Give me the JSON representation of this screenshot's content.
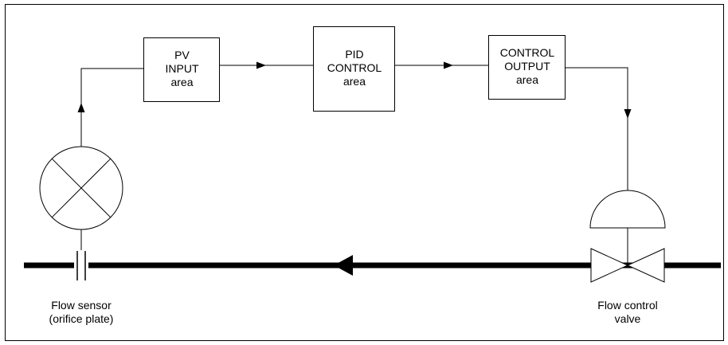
{
  "blocks": {
    "pv_input": {
      "line1": "PV",
      "line2": "INPUT",
      "line3": "area"
    },
    "pid_control": {
      "line1": "PID",
      "line2": "CONTROL",
      "line3": "area"
    },
    "control_output": {
      "line1": "CONTROL",
      "line2": "OUTPUT",
      "line3": "area"
    }
  },
  "devices": {
    "flow_sensor": {
      "line1": "Flow sensor",
      "line2": "(orifice plate)"
    },
    "flow_control_valve": {
      "line1": "Flow control",
      "line2": "valve"
    }
  },
  "colors": {
    "line": "#000000",
    "background": "#ffffff"
  }
}
